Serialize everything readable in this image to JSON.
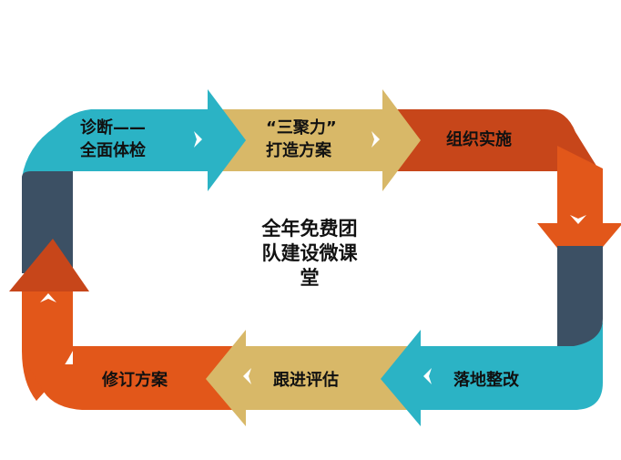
{
  "diagram": {
    "center_lines": [
      "全年免费团",
      "队建设微课",
      "堂"
    ],
    "steps": [
      {
        "lines": [
          "诊断——",
          "全面体检"
        ]
      },
      {
        "lines": [
          "“三聚力”",
          "打造方案"
        ]
      },
      {
        "lines": [
          "组织实施"
        ]
      },
      {
        "lines": [
          "落地整改"
        ]
      },
      {
        "lines": [
          "跟进评估"
        ]
      },
      {
        "lines": [
          "修订方案"
        ]
      }
    ],
    "colors": {
      "teal": "#2BB3C5",
      "tan": "#D8B868",
      "orange": "#E2571A",
      "orange_dark": "#C7461A",
      "slate": "#3C5064"
    }
  }
}
